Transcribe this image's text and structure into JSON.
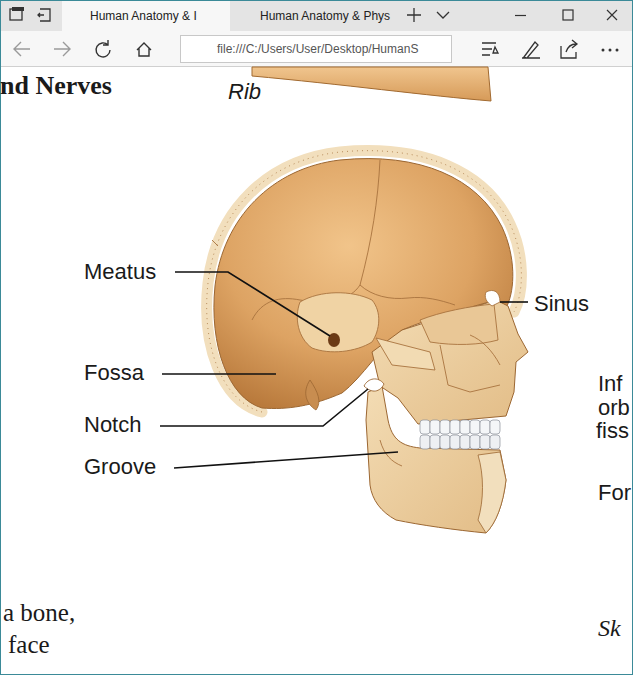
{
  "diagram": {
    "nodes": [
      {
        "text": [
          "Human Anatomy & I"
        ]
      },
      {
        "text": [
          "Human Anatomy & Phys"
        ]
      },
      {
        "text": [
          "file:///C:/Users/User/Desktop/HumanS"
        ]
      }
    ],
    "labels": [
      "nd Nerves",
      "Rib",
      "Meatus",
      "Fossa",
      "Notch",
      "Groove",
      "Sinus",
      "Inf",
      "orb",
      "fiss",
      "For",
      "a bone,",
      "face",
      "Sk"
    ]
  }
}
